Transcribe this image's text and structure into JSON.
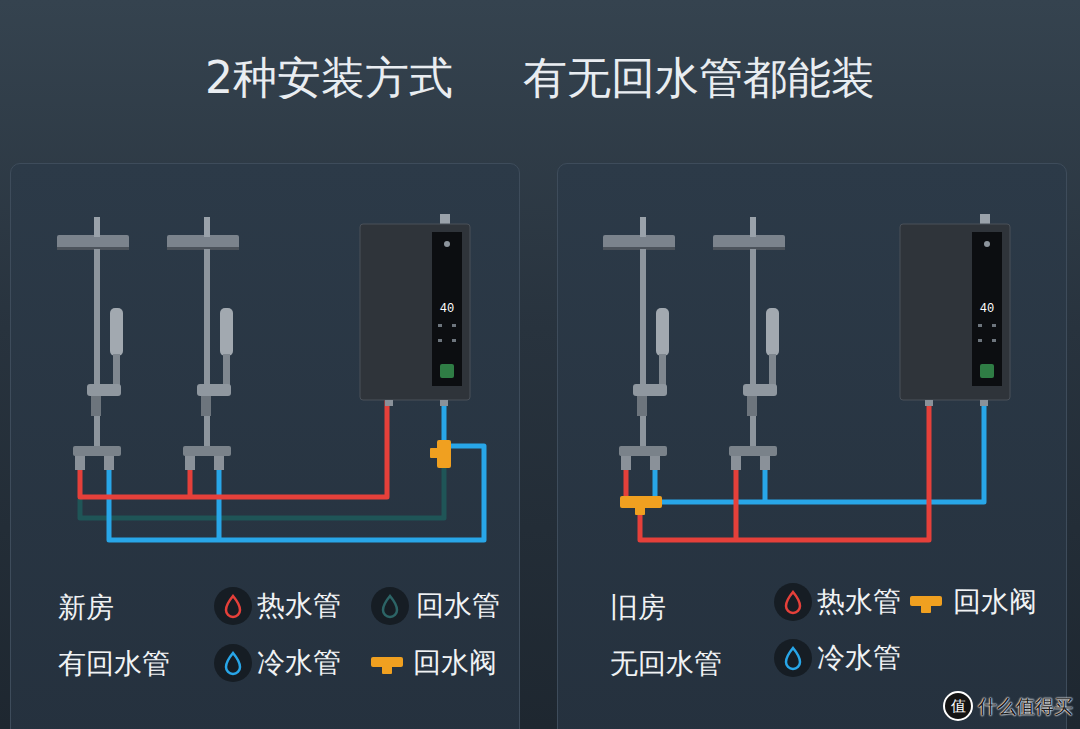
{
  "diagram": {
    "title": "2种安装方式 有无回水管都能装",
    "nodes": [
      {
        "text": [
          "新房 有回水管"
        ]
      },
      {
        "text": [
          "旧房 无回水管"
        ]
      }
    ],
    "labels": [
      "40",
      "40",
      "值",
      "什么值得买"
    ],
    "legend": [
      {
        "text": "热水管",
        "color": "#e5403a"
      },
      {
        "text": "回水管",
        "color": "#2c6466"
      },
      {
        "text": "冷水管",
        "color": "#28a6e8"
      },
      {
        "text": "回水阀"
      },
      {
        "text": "热水管",
        "color": "#e5403a"
      },
      {
        "text": "回水阀"
      },
      {
        "text": "冷水管",
        "color": "#28a6e8"
      }
    ]
  }
}
